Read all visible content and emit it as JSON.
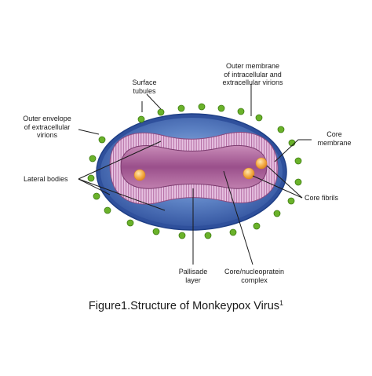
{
  "labels": {
    "outer_membrane": [
      "Outer membrane",
      "of intracellular and",
      "extracellular virions"
    ],
    "surface_tubules": [
      "Surface",
      "tubules"
    ],
    "outer_envelope": [
      "Outer envelope",
      "of extracellular",
      "virions"
    ],
    "core_membrane": [
      "Core",
      "membrane"
    ],
    "lateral_bodies": [
      "Lateral bodies"
    ],
    "core_fibrils": [
      "Core fibrils"
    ],
    "pallisade_layer": [
      "Pallisade",
      "layer"
    ],
    "core_nucleoprotein": [
      "Core/nucleopratein",
      "complex"
    ]
  },
  "caption": {
    "text": "Figure1.Structure of Monkeypox Virus",
    "superscript": "1"
  },
  "colors": {
    "envelope_fill": "#3d63ad",
    "envelope_stroke": "#1f3f86",
    "knob": "#6ab22a",
    "core_fill": "#a75f96",
    "palisade": "#e2b8dd",
    "fibril": "#f3a646"
  }
}
